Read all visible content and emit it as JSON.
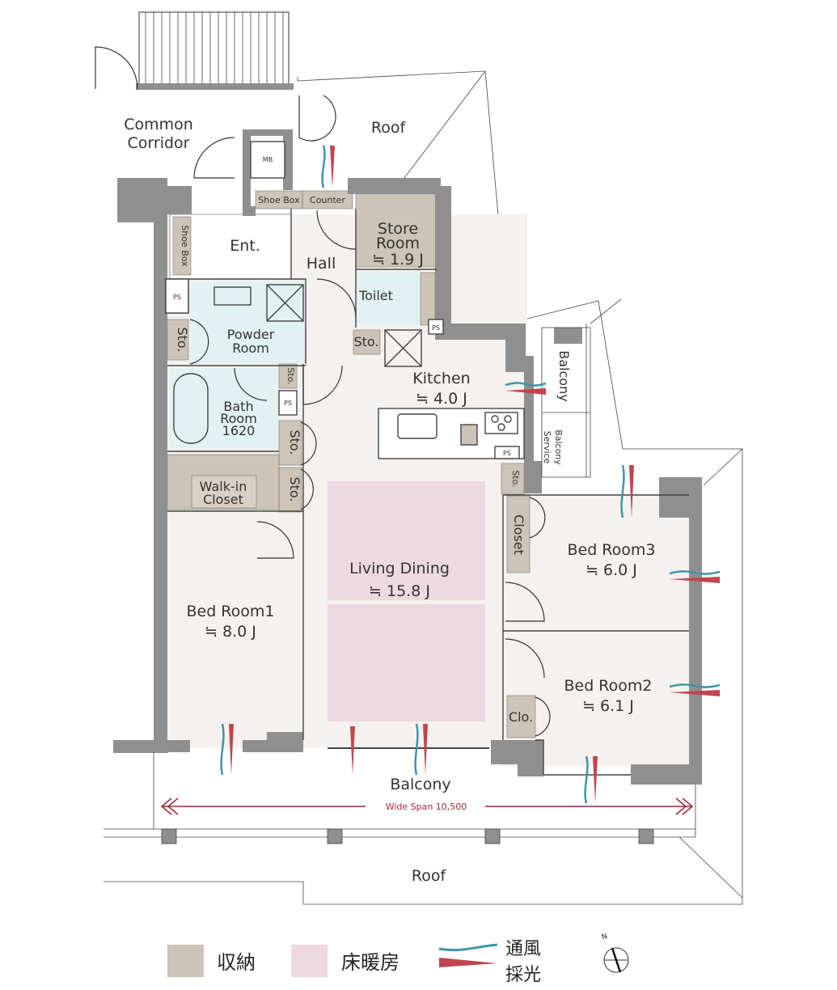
{
  "colors": {
    "wall": "#8f8f8f",
    "storage": "#cdc3b6",
    "floor_heating": "#eed9e1",
    "floor": "#f5f1ee",
    "wet_area": "#e2f1f1",
    "ventilation": "#3d95a8",
    "daylight": "#c0454f",
    "dimension": "#9a2a33"
  },
  "labels": {
    "common_corridor_1": "Common",
    "common_corridor_2": "Corridor",
    "roof_top": "Roof",
    "roof_bottom": "Roof",
    "mb": "MB",
    "shoe_box_top": "Shoe Box",
    "counter": "Counter",
    "shoe_box_side": "Shoe Box",
    "ent": "Ent.",
    "hall": "Hall",
    "store_room_1": "Store",
    "store_room_2": "Room",
    "store_room_area": "≒ 1.9 J",
    "toilet": "Toilet",
    "ps1": "PS",
    "ps2": "PS",
    "ps3": "PS",
    "ps4": "PS",
    "sto_powder": "Sto.",
    "sto_hall": "Sto.",
    "sto_small": "Sto.",
    "sto_left1": "Sto.",
    "sto_left2": "Sto.",
    "sto_kitchen": "Sto.",
    "powder_room_1": "Powder",
    "powder_room_2": "Room",
    "bath_1": "Bath",
    "bath_2": "Room",
    "bath_3": "1620",
    "kitchen": "Kitchen",
    "kitchen_area": "≒ 4.0 J",
    "balcony_side": "Balcony",
    "service_balcony_1": "Service",
    "service_balcony_2": "Balcony",
    "walkin_1": "Walk-in",
    "walkin_2": "Closet",
    "living": "Living Dining",
    "living_area": "≒ 15.8 J",
    "bed1": "Bed Room1",
    "bed1_area": "≒ 8.0 J",
    "bed3": "Bed Room3",
    "bed3_area": "≒ 6.0 J",
    "closet": "Closet",
    "bed2": "Bed Room2",
    "bed2_area": "≒ 6.1 J",
    "clo": "Clo.",
    "balcony": "Balcony",
    "wide_span": "Wide Span 10,500"
  },
  "legend": {
    "storage": "収納",
    "floor_heating": "床暖房",
    "ventilation": "通風",
    "daylight": "採光",
    "north": "N"
  }
}
